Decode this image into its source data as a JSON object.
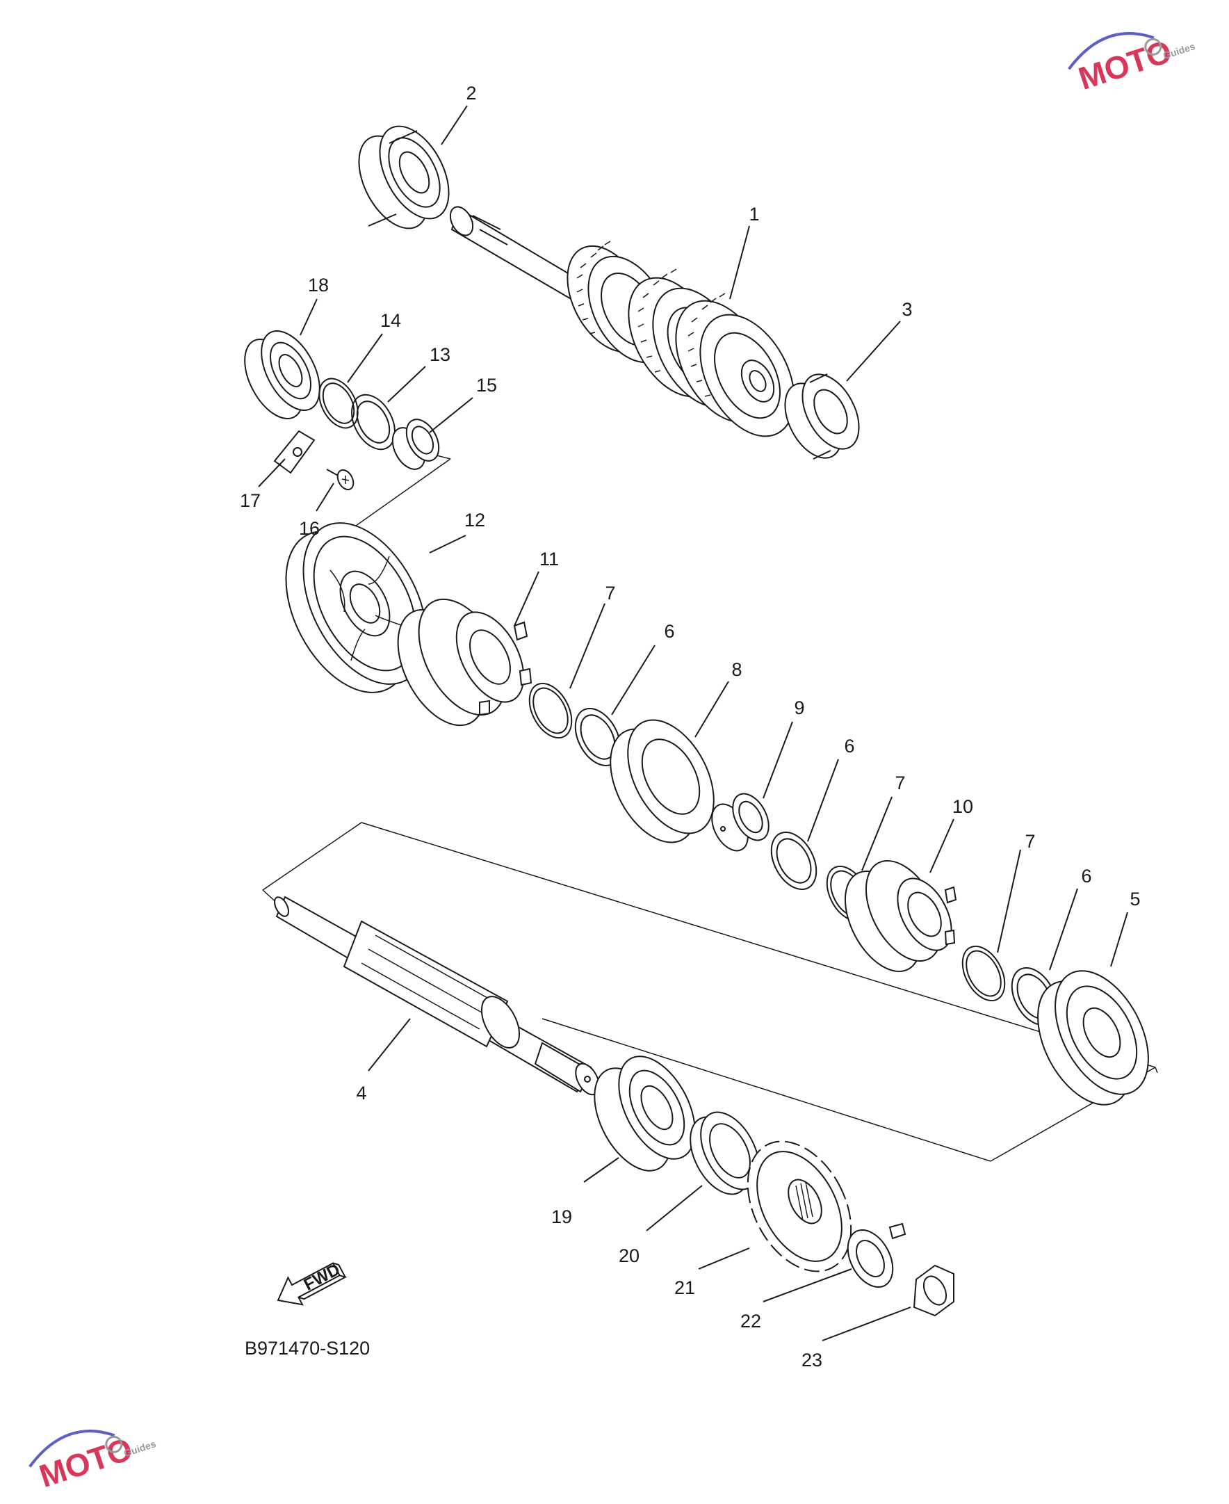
{
  "diagram": {
    "drawing_code": "B971470-S120",
    "fwd_label": "FWD",
    "labels": [
      "1",
      "2",
      "3",
      "4",
      "5",
      "6",
      "6",
      "6",
      "7",
      "7",
      "7",
      "8",
      "9",
      "10",
      "11",
      "12",
      "13",
      "14",
      "15",
      "16",
      "17",
      "18",
      "19",
      "20",
      "21",
      "22",
      "23"
    ]
  },
  "watermarks": [
    {
      "text": "MOTO",
      "subtext": "Guides",
      "position": "top-right"
    },
    {
      "text": "MOTO",
      "subtext": "Guides",
      "position": "bottom-left"
    }
  ],
  "colors": {
    "line": "#1a1a1a",
    "background": "#ffffff",
    "watermark_red": "#d9365a",
    "watermark_blue": "#5b5fc7",
    "watermark_gray": "#9a9a9a"
  }
}
